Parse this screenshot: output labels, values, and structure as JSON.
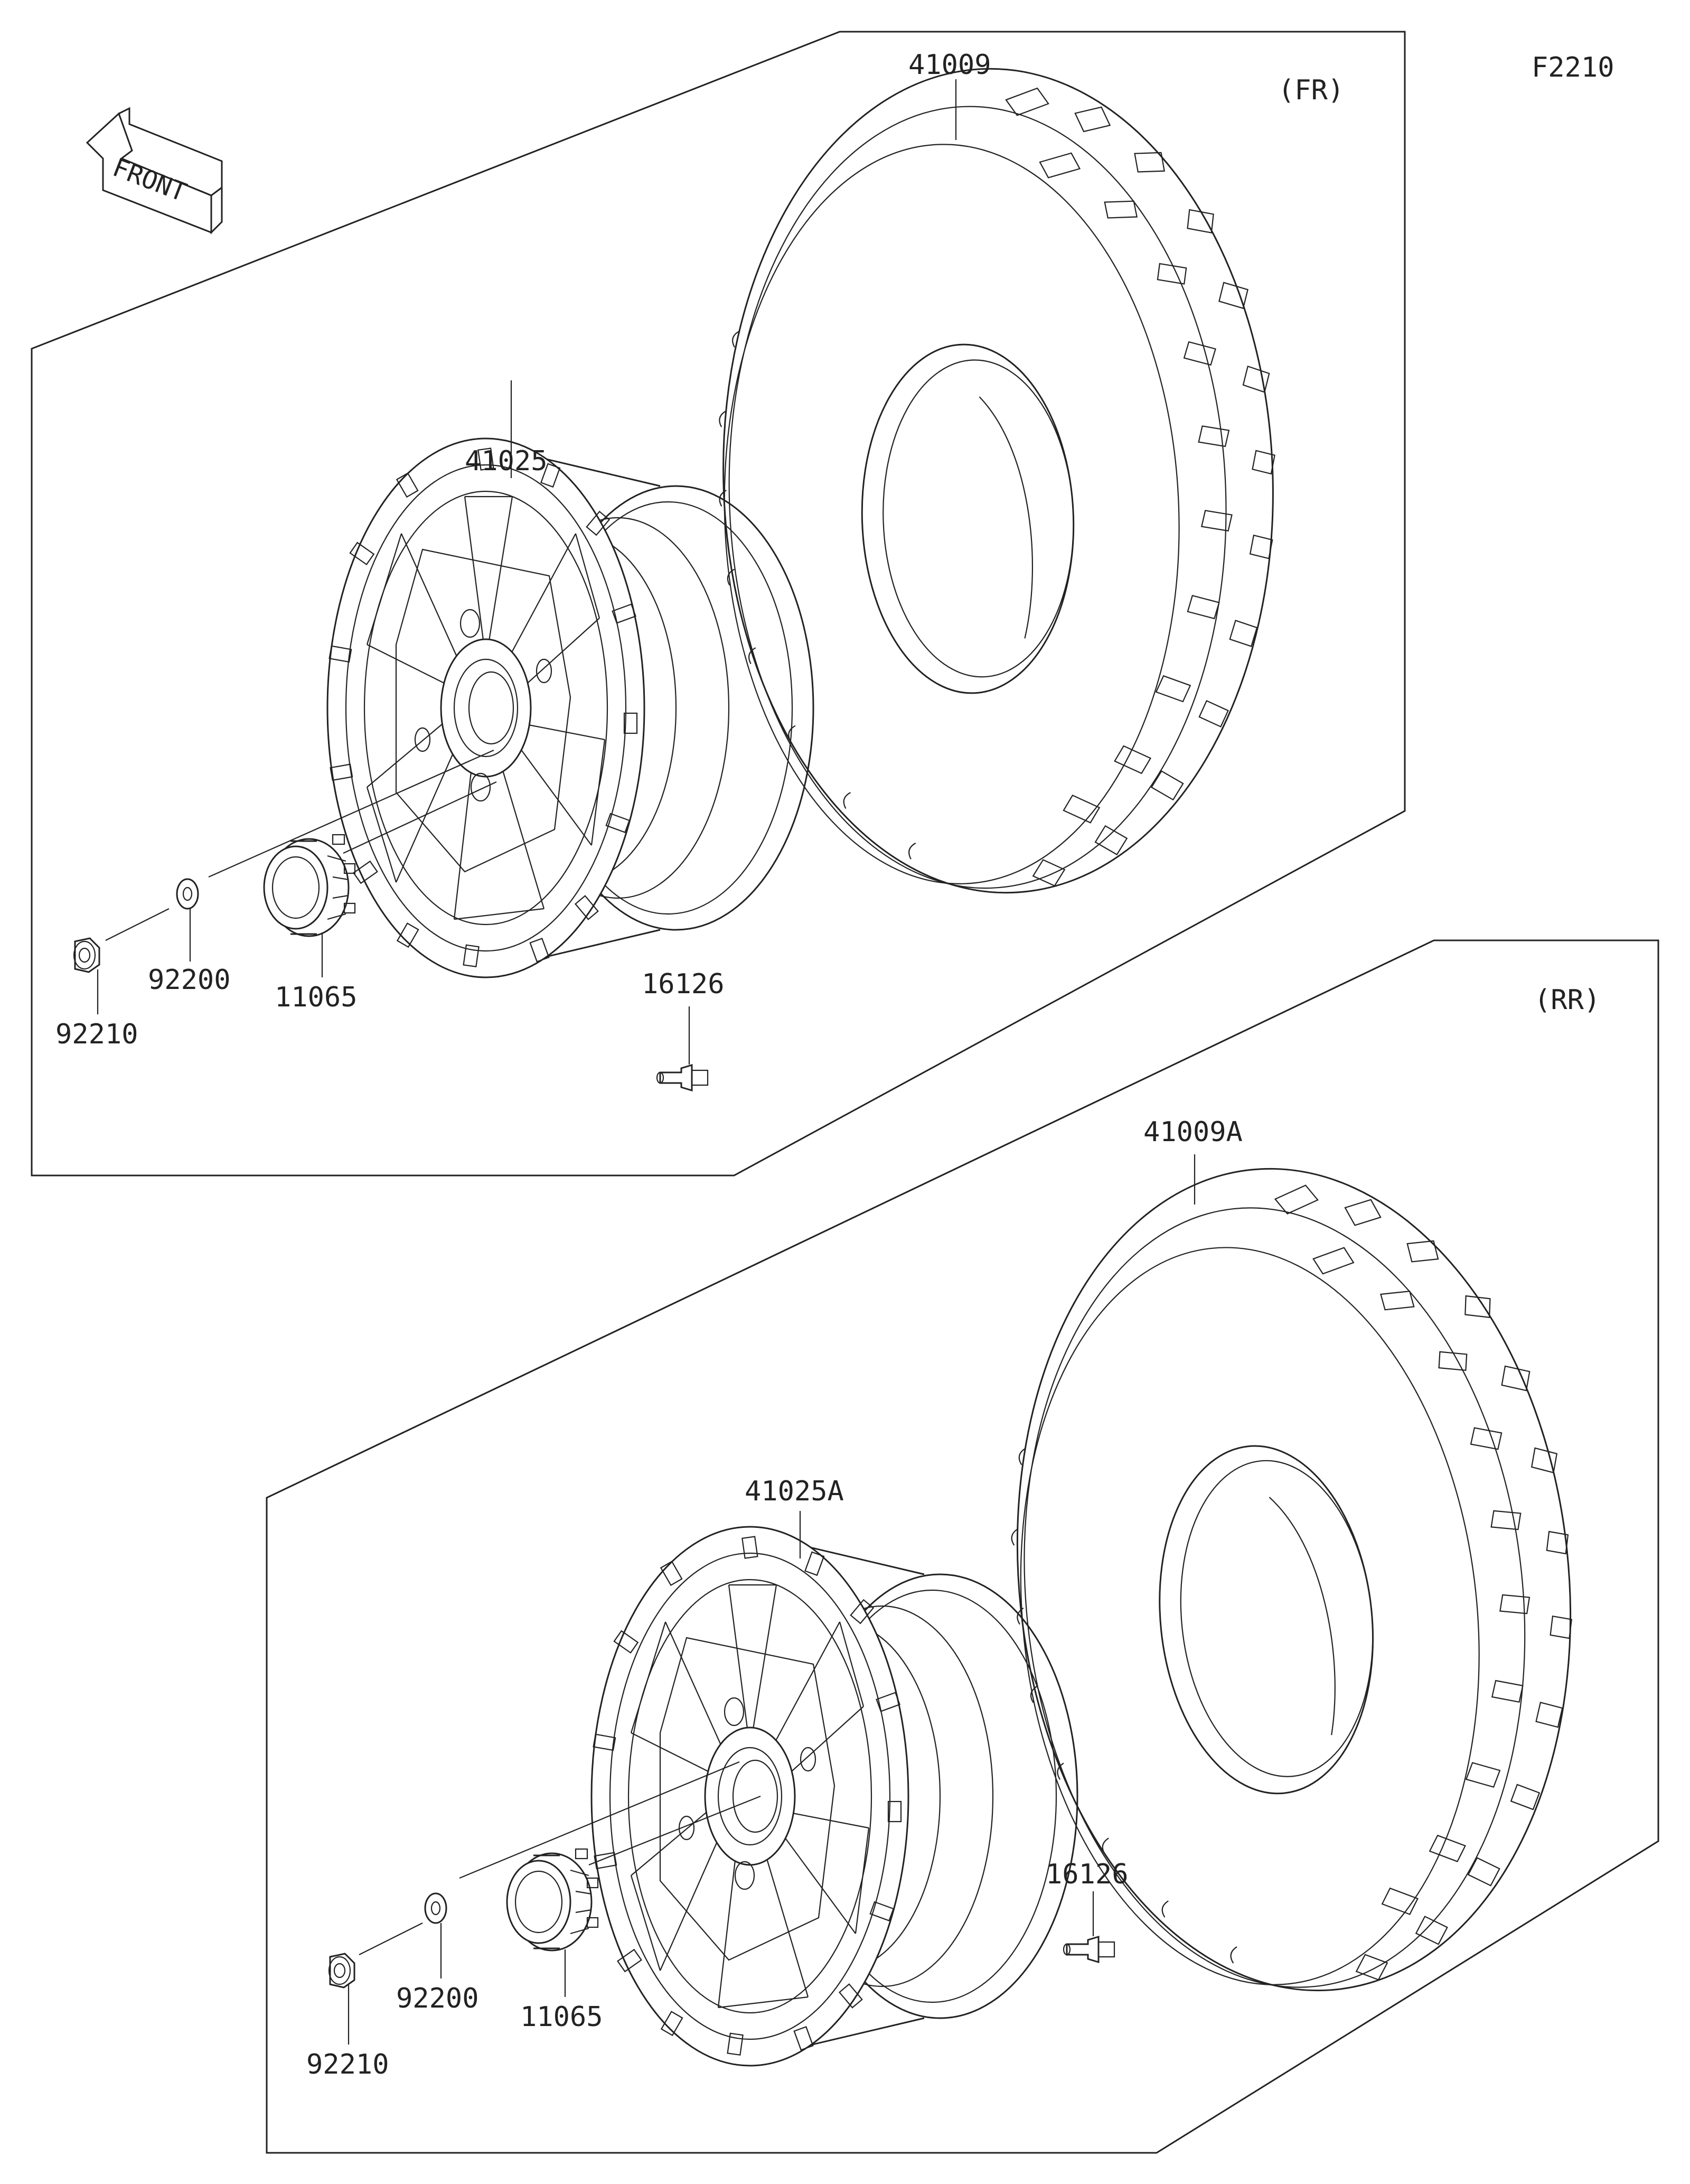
{
  "diagram_code": "F2210",
  "front_arrow": {
    "text": "FRONT",
    "icon": "front-direction-arrow-icon"
  },
  "sections": {
    "front": {
      "tag": "(FR)",
      "parts": {
        "tire": "41009",
        "wheel": "41025",
        "cap": "11065",
        "washer": "92200",
        "nut": "92210",
        "valve": "16126"
      }
    },
    "rear": {
      "tag": "(RR)",
      "parts": {
        "tire": "41009A",
        "wheel": "41025A",
        "cap": "11065",
        "washer": "92200",
        "nut": "92210",
        "valve": "16126"
      }
    }
  }
}
